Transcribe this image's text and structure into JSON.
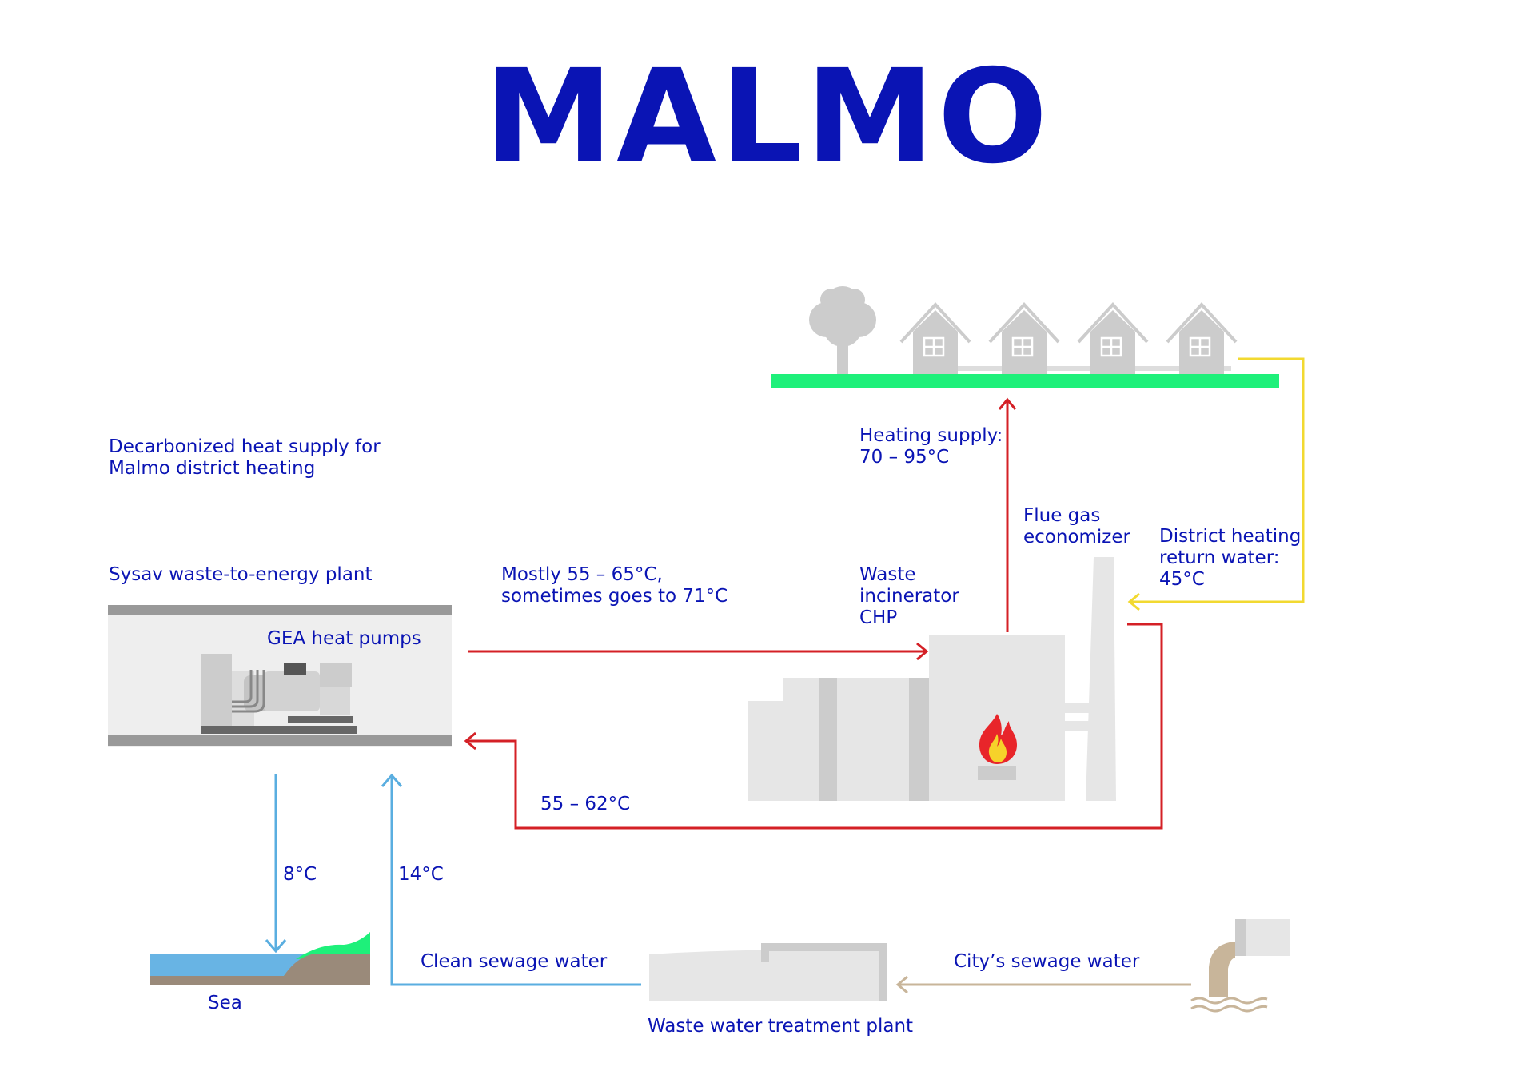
{
  "title": "MALMO",
  "intro": {
    "line1": "Decarbonized heat supply for",
    "line2": "Malmo district heating"
  },
  "plant": {
    "name": "Sysav waste-to-energy plant",
    "pumps": "GEA heat pumps"
  },
  "incinerator": {
    "line1": "Waste",
    "line2": "incinerator",
    "line3": "CHP"
  },
  "economizer": {
    "line1": "Flue gas",
    "line2": "economizer"
  },
  "supply": {
    "line1": "Heating supply:",
    "line2": "70 – 95°C"
  },
  "return_water": {
    "line1": "District heating",
    "line2": "return water:",
    "line3": "45°C"
  },
  "flow_to_chp": {
    "line1": "Mostly 55 – 65°C,",
    "line2": "sometimes goes to 71°C"
  },
  "flow_back": "55 – 62°C",
  "to_sea": "8°C",
  "from_wwtp": "14°C",
  "sea": "Sea",
  "clean_water": "Clean sewage water",
  "wwtp": "Waste water treatment plant",
  "city_water": "City’s sewage water",
  "colors": {
    "text": "#0a14b4",
    "hot": "#d42026",
    "cold": "#5aaee0",
    "return": "#f2d930",
    "sewage": "#c8b59a",
    "grass": "#1ef07a",
    "gray": "#cccccc",
    "light_gray": "#e6e6e6"
  }
}
